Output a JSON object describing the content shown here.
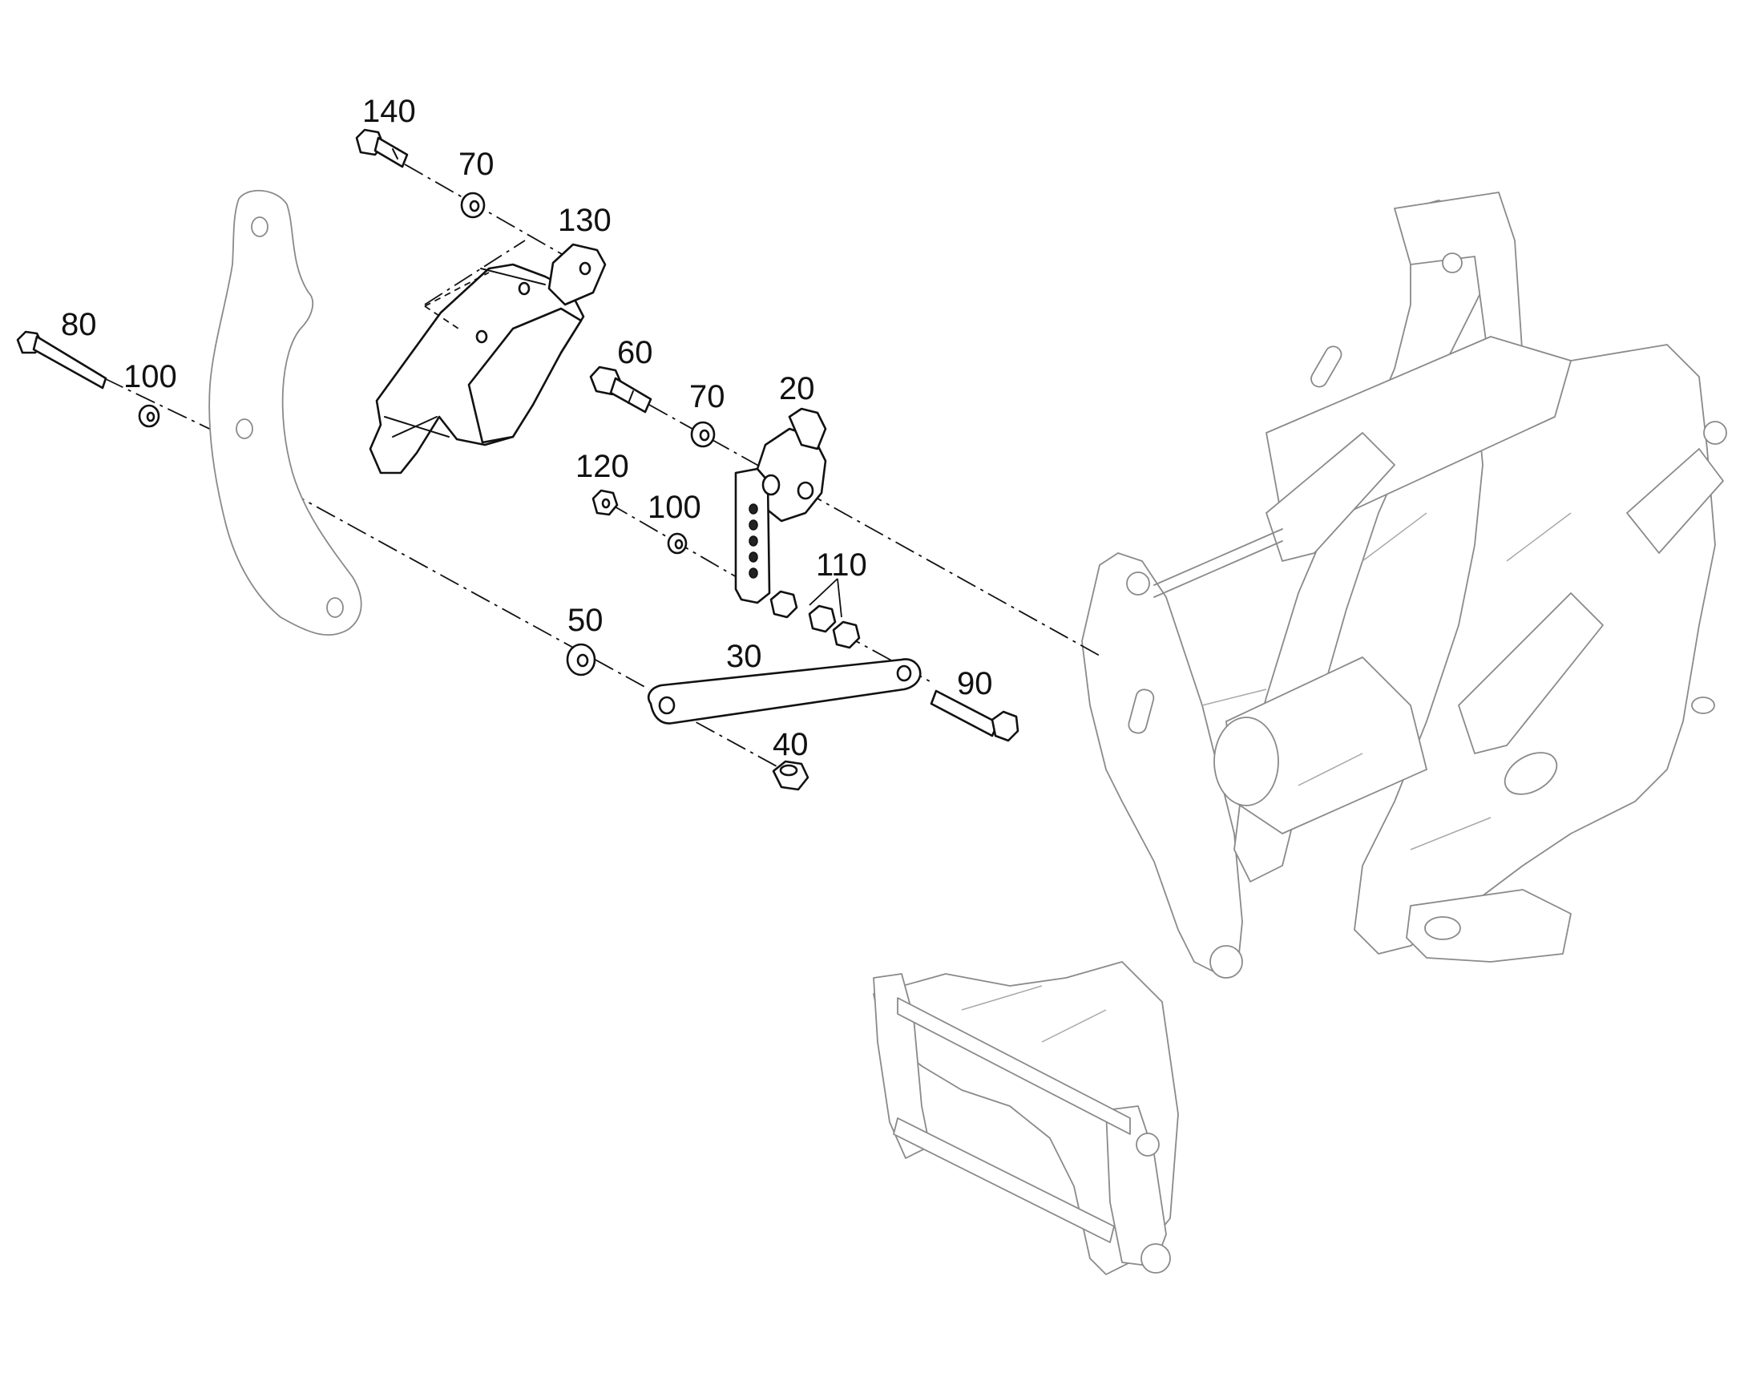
{
  "callouts": {
    "c140": "140",
    "c70a": "70",
    "c130": "130",
    "c80": "80",
    "c100a": "100",
    "c60": "60",
    "c70b": "70",
    "c20": "20",
    "c120": "120",
    "c100b": "100",
    "c110": "110",
    "c50": "50",
    "c30": "30",
    "c90": "90",
    "c40": "40"
  },
  "colors": {
    "line": "#111111",
    "machine_outline": "#8a8a8a",
    "background": "#ffffff"
  }
}
